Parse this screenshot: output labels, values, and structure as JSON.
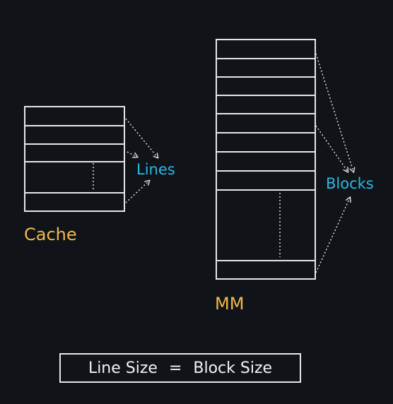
{
  "labels": {
    "cache": "Cache",
    "main_memory": "MM",
    "lines": "Lines",
    "blocks": "Blocks"
  },
  "formula": {
    "left": "Line Size",
    "operator": "=",
    "right": "Block Size"
  },
  "colors": {
    "background": "#101419",
    "outline": "#e6e6e6",
    "heading_label": "#f1b84a",
    "unit_label": "#2bb8e6"
  }
}
